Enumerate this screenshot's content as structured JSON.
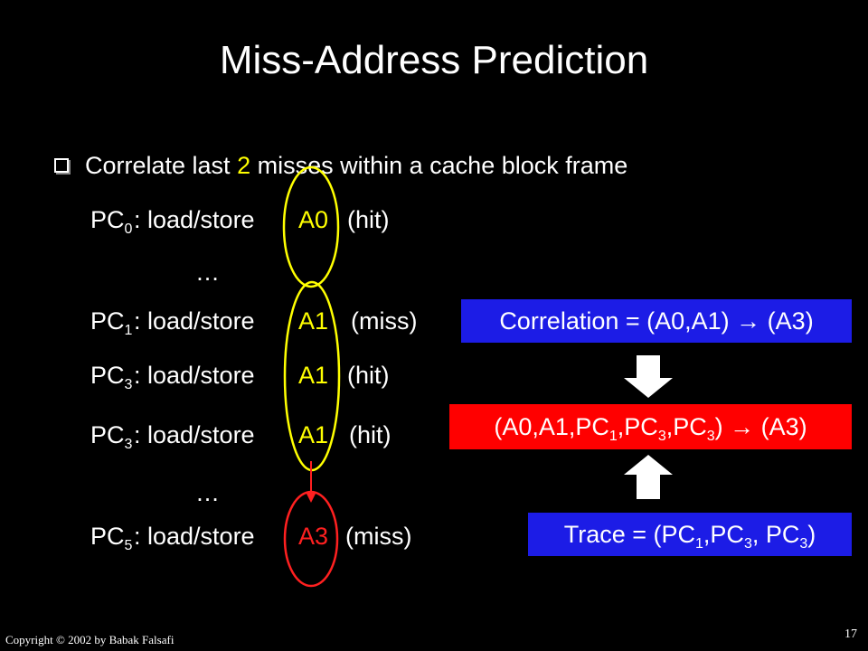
{
  "title": "Miss-Address Prediction",
  "bullet": {
    "before": "Correlate last ",
    "highlight": "2",
    "after": " misses within a cache block frame"
  },
  "sequence": [
    {
      "pc": "PC",
      "sub": "0",
      "op": ":  load/store",
      "addr": "A0",
      "result": "(hit)"
    },
    {
      "pc": "PC",
      "sub": "1",
      "op": ":  load/store",
      "addr": "A1",
      "result": "(miss)"
    },
    {
      "pc": "PC",
      "sub": "3",
      "op": ":  load/store",
      "addr": "A1",
      "result": "(hit)"
    },
    {
      "pc": "PC",
      "sub": "3",
      "op": ":  load/store",
      "addr": "A1",
      "result": "(hit)"
    },
    {
      "pc": "PC",
      "sub": "5",
      "op": ":  load/store",
      "addr": "A3",
      "result": "(miss)"
    }
  ],
  "ellipsis": "…",
  "correlation_box": "Correlation = (A0,A1) → (A3)",
  "combined_box": {
    "p1": "(A0,A1,PC",
    "s1": "1",
    "p2": ",PC",
    "s2": "3",
    "p3": ",PC",
    "s3": "3",
    "p4": ")  → (A3)"
  },
  "trace_box": {
    "p1": "Trace = (PC",
    "s1": "1",
    "p2": ",PC",
    "s2": "3",
    "p3": ", PC",
    "s3": "3",
    "p4": ")"
  },
  "footer": {
    "copyright": "Copyright © 2002  by Babak Falsafi",
    "page_number": "17"
  },
  "colors": {
    "background": "#000000",
    "highlight_yellow": "#ffff00",
    "highlight_red": "#ff2020",
    "box_blue": "#1c1ce6",
    "box_red": "#ff0000"
  }
}
